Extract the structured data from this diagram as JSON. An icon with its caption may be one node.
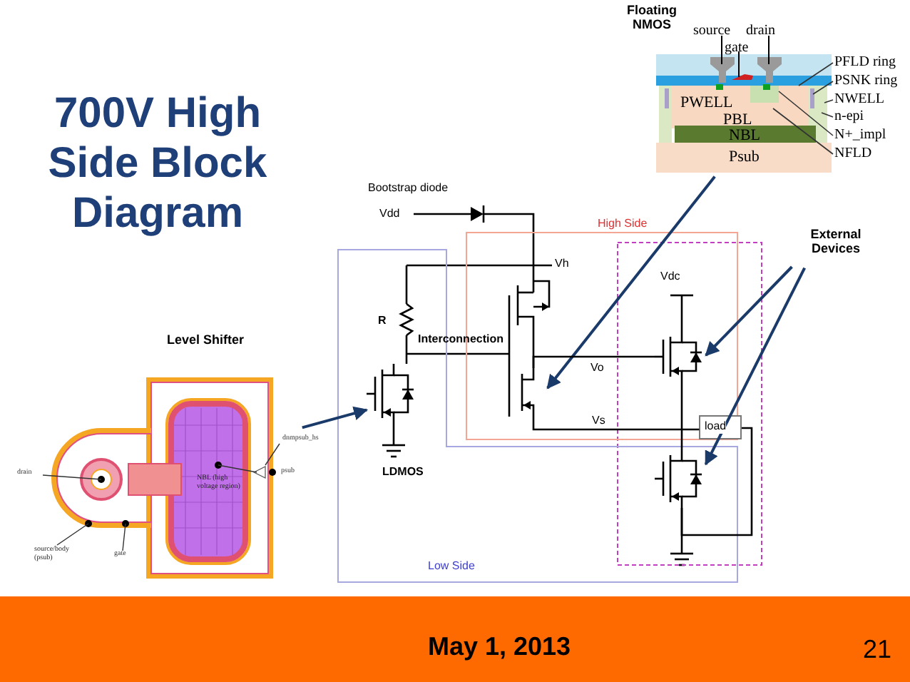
{
  "diagram": {
    "title": "700V High Side Block Diagram",
    "nodes": [
      {
        "text": [
          "Floating NMOS"
        ]
      },
      {
        "text": [
          "External Devices"
        ]
      },
      {
        "text": [
          "High Side"
        ]
      },
      {
        "text": [
          "Low Side"
        ]
      },
      {
        "text": [
          "Level Shifter"
        ]
      },
      {
        "text": [],
        "shape": "transistor",
        "beside": [
          "LDMOS"
        ],
        "in": 3
      },
      {
        "text": [],
        "shape": "transistor",
        "in": 2
      },
      {
        "text": [],
        "shape": "transistor",
        "in": 2
      },
      {
        "text": [
          "load"
        ],
        "in": 2
      },
      {
        "text": [],
        "shape": "transistor",
        "in": 3
      }
    ],
    "edges": [
      {
        "from": 0,
        "to": 6,
        "arrow": "to"
      },
      {
        "from": 1,
        "to": 7,
        "arrow": "to"
      },
      {
        "from": 1,
        "to": 9,
        "arrow": "to"
      },
      {
        "from": 4,
        "to": 5,
        "arrow": "to"
      },
      {
        "from": 6,
        "to": 8,
        "arrow": "none",
        "color": "#000000"
      },
      {
        "from": 7,
        "to": 9,
        "arrow": "none",
        "color": "#000000"
      },
      {
        "from": 6,
        "to": 7,
        "arrow": "none",
        "color": "#000000"
      },
      {
        "from": 8,
        "to": 9,
        "arrow": "none",
        "color": "#000000"
      }
    ],
    "labels": [
      "source",
      "drain",
      "gate",
      "PFLD ring",
      "PSNK ring",
      "PWELL",
      "NWELL",
      "n-epi",
      "PBL",
      "N+_impl",
      "NBL",
      "NFLD",
      "Psub",
      "Bootstrap diode",
      "Vdd",
      "Vh",
      "Vdc",
      "R",
      "Interconnection",
      "Vo",
      "Vs",
      "dnmpsub_hs",
      "drain",
      "psub",
      "NBL (high voltage region)",
      "source/body (psub)",
      "gate",
      "May 1, 2013",
      "21"
    ]
  }
}
